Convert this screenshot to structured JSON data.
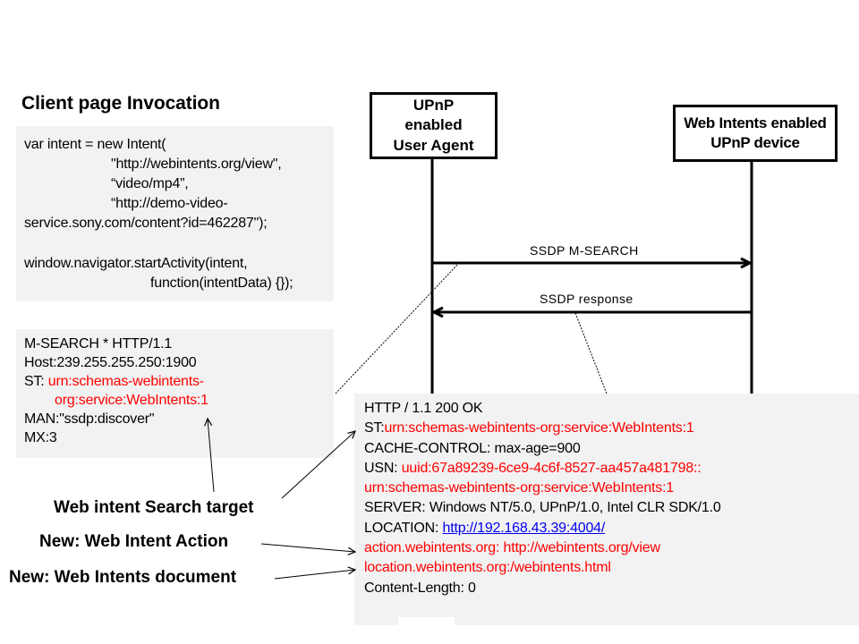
{
  "heading": "Client page Invocation",
  "code_box": {
    "lines": [
      "var intent = new Intent(",
      "\"http://webintents.org/view\",",
      "“video/mp4”,",
      "“http://demo-video-",
      "service.sony.com/content?id=462287\");",
      "window.navigator.startActivity(intent,",
      "function(intentData) {});"
    ]
  },
  "msearch_box": {
    "request_line": "M-SEARCH * HTTP/1.1",
    "host": "Host:239.255.255.250:1900",
    "st_label": "ST:",
    "st_value_part1": "urn:schemas-webintents-",
    "st_value_part2": "org:service:WebIntents:1",
    "man": "MAN:\"ssdp:discover\"",
    "mx": "MX:3"
  },
  "participants": [
    {
      "label_lines": [
        "UPnP",
        "enabled",
        "User Agent"
      ]
    },
    {
      "label_lines": [
        "Web Intents enabled",
        "UPnP device"
      ]
    }
  ],
  "messages": [
    {
      "label": "SSDP M-SEARCH",
      "from": "UPnP enabled User Agent",
      "to": "Web Intents enabled UPnP device"
    },
    {
      "label": "SSDP response",
      "from": "Web Intents enabled UPnP device",
      "to": "UPnP enabled User Agent"
    }
  ],
  "response_box": {
    "status_line": "HTTP / 1.1 200 OK",
    "st_label": "ST:",
    "st_value": "urn:schemas-webintents-org:service:WebIntents:1",
    "cache_control": "CACHE-CONTROL: max-age=900",
    "usn_label": "USN:",
    "usn_value_part1": "uuid:67a89239-6ce9-4c6f-8527-aa457a481798::",
    "usn_value_part2": "urn:schemas-webintents-org:service:WebIntents:1",
    "server": "SERVER: Windows NT/5.0, UPnP/1.0, Intel CLR SDK/1.0",
    "location_label": "LOCATION:",
    "location_url": "http://192.168.43.39:4004/",
    "action": "action.webintents.org: http://webintents.org/view",
    "document": "location.webintents.org:/webintents.html",
    "content_length": "Content-Length: 0"
  },
  "annotations": {
    "search_target": "Web intent Search target",
    "intent_action": "New: Web Intent Action",
    "intents_document": "New: Web Intents document"
  },
  "colors": {
    "highlight": "#ff0000",
    "link": "#0000ee",
    "box_fill": "#f2f2f2",
    "line": "#000000"
  }
}
